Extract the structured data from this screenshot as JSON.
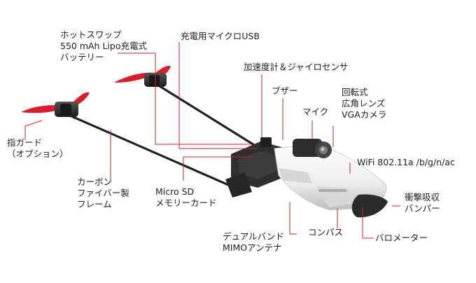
{
  "labels": {
    "battery": "ホットスワップ\n550 mAh Lipo充電式\nバッテリー",
    "usb": "充電用マイクロUSB",
    "sensors": "加速度計＆ジャイロセンサ",
    "buzzer": "ブザー",
    "mic": "マイク",
    "camera": "回転式\n広角レンズ\nVGAカメラ",
    "wifi": "WiFi 802.11a /b/g/n/ac",
    "finger_guard": "指ガード\n（オプション）",
    "carbon_frame": "カーボン\nファイバー製\nフレーム",
    "micro_sd": "Micro SD\nメモリーカード",
    "bumper": "衝撃吸収\nバンパー",
    "antenna": "デュアルバンド\nMIMOアンテナ",
    "compass": "コンパス",
    "barometer": "バロメーター"
  },
  "colors": {
    "propeller": "#d81e2c",
    "leader": "#d81e2c",
    "frame_rod": "#1f1f1f",
    "body_white": "#f2f2f2",
    "body_dark": "#2f2f2f"
  },
  "icons": [
    "propeller-left",
    "propeller-right",
    "camera-lens"
  ]
}
